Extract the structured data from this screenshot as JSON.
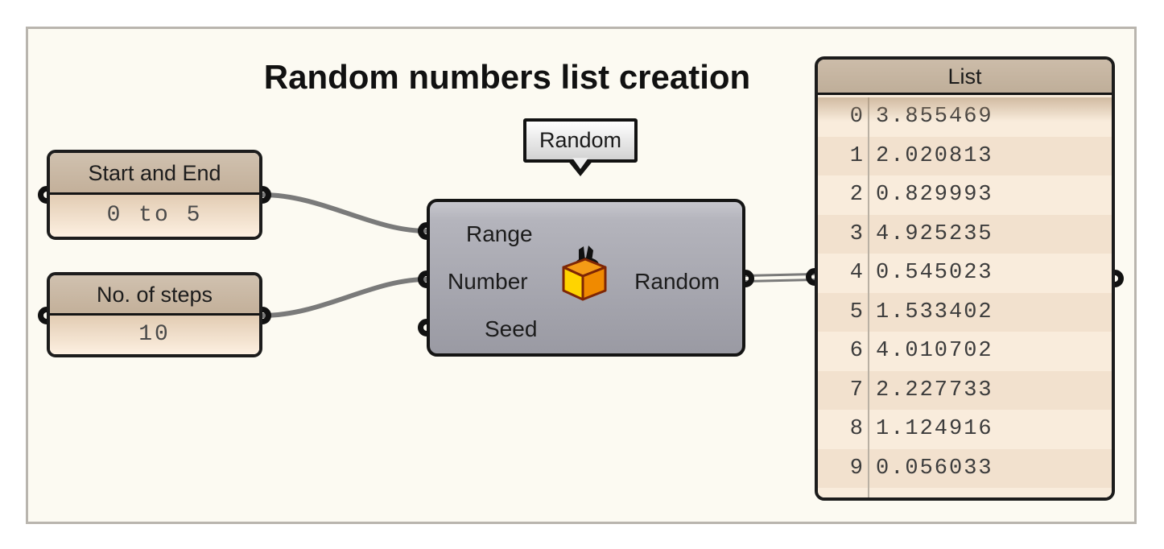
{
  "title": "Random numbers list creation",
  "tooltip": {
    "label": "Random"
  },
  "panels": {
    "start_end": {
      "title": "Start and End",
      "value": "0 to 5"
    },
    "steps": {
      "title": "No. of steps",
      "value": "10"
    }
  },
  "component": {
    "name": "Random",
    "inputs": [
      "Range",
      "Number",
      "Seed"
    ],
    "output": "Random",
    "icon": "random-box-icon"
  },
  "list_panel": {
    "title": "List",
    "rows": [
      {
        "index": "0",
        "value": "3.855469"
      },
      {
        "index": "1",
        "value": "2.020813"
      },
      {
        "index": "2",
        "value": "0.829993"
      },
      {
        "index": "3",
        "value": "4.925235"
      },
      {
        "index": "4",
        "value": "0.545023"
      },
      {
        "index": "5",
        "value": "1.533402"
      },
      {
        "index": "6",
        "value": "4.010702"
      },
      {
        "index": "7",
        "value": "2.227733"
      },
      {
        "index": "8",
        "value": "1.124916"
      },
      {
        "index": "9",
        "value": "0.056033"
      }
    ]
  },
  "colors": {
    "canvas_bg": "#fcfaf2",
    "frame_border": "#b9b5ae",
    "panel_header": "#c9b8a4",
    "panel_body_light": "#fdf0e1",
    "component_gray": "#a9a9b2",
    "wire_gray": "#7a7a7a",
    "row_even": "#f2e1ce",
    "row_odd": "#f9ecdc",
    "icon_orange": "#f49b16",
    "icon_yellow": "#ffd400"
  }
}
